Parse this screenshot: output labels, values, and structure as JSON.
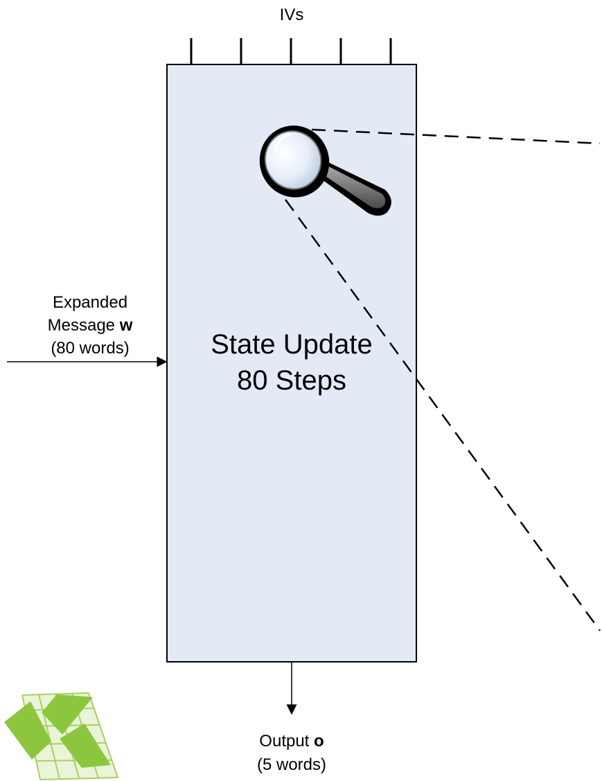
{
  "diagram": {
    "iv_label": "IVs",
    "iv_count": 5,
    "main_block": {
      "line1": "State Update",
      "line2": "80 Steps"
    },
    "input": {
      "line1": "Expanded",
      "line2_text": "Message ",
      "line2_bold": "w",
      "line3": "(80 words)"
    },
    "output": {
      "line1_text": "Output ",
      "line1_bold": "o",
      "line2": "(5 words)"
    },
    "colors": {
      "block_fill": "#e3eaf6",
      "stroke": "#000000",
      "logo_green": "#8cc63f",
      "magnifier_glass": "#eef4fb",
      "magnifier_handle": "#7a7a7a"
    },
    "icons": [
      "magnifier-icon",
      "logo-icon"
    ]
  }
}
